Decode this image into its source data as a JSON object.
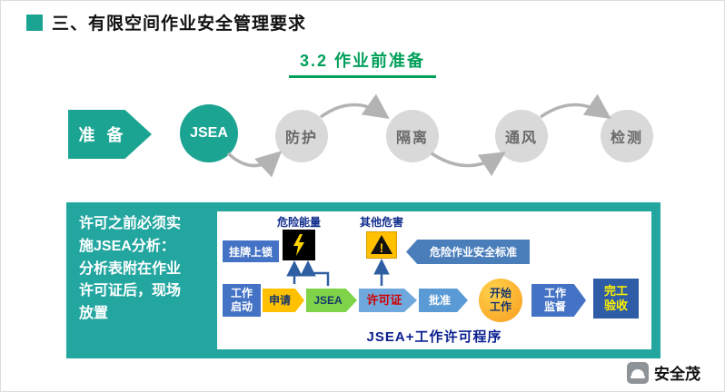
{
  "slide": {
    "title": "三、有限空间作业安全管理要求",
    "section": "3.2 作业前准备"
  },
  "process": {
    "start": "准 备",
    "steps": [
      "JSEA",
      "防护",
      "隔离",
      "通风",
      "检测"
    ]
  },
  "panel": {
    "note": "许可之前必须实\n施JSEA分析：\n分析表附在作业\n许可证后，现场\n放置",
    "board": {
      "hazard_energy": "危险能量",
      "other_hazard": "其他危害",
      "lockout": "挂牌上锁",
      "standard": "危险作业安全标准",
      "flow": [
        {
          "label": "工作\n启动"
        },
        {
          "label": "申请"
        },
        {
          "label": "JSEA"
        },
        {
          "label": "许可证"
        },
        {
          "label": "批准"
        },
        {
          "label": "开始\n工作"
        },
        {
          "label": "工作\n监督"
        },
        {
          "label": "完工\n验收"
        }
      ],
      "caption": "JSEA+工作许可程序"
    }
  },
  "watermark": {
    "brand": "安全茂"
  },
  "colors": {
    "teal": "#1CA493",
    "panel_teal": "#23A6A0",
    "section_green": "#00A05A",
    "gray_circle": "#D9D9D9",
    "blue_box": "#4472C4",
    "light_blue": "#5B9BD5",
    "yellow": "#FFC000",
    "green_shape": "#7ED348",
    "orange": "#F89B1C",
    "red_text": "#D00000",
    "dark_blue_text": "#0A1F8F",
    "yellow_text": "#FFF100"
  }
}
